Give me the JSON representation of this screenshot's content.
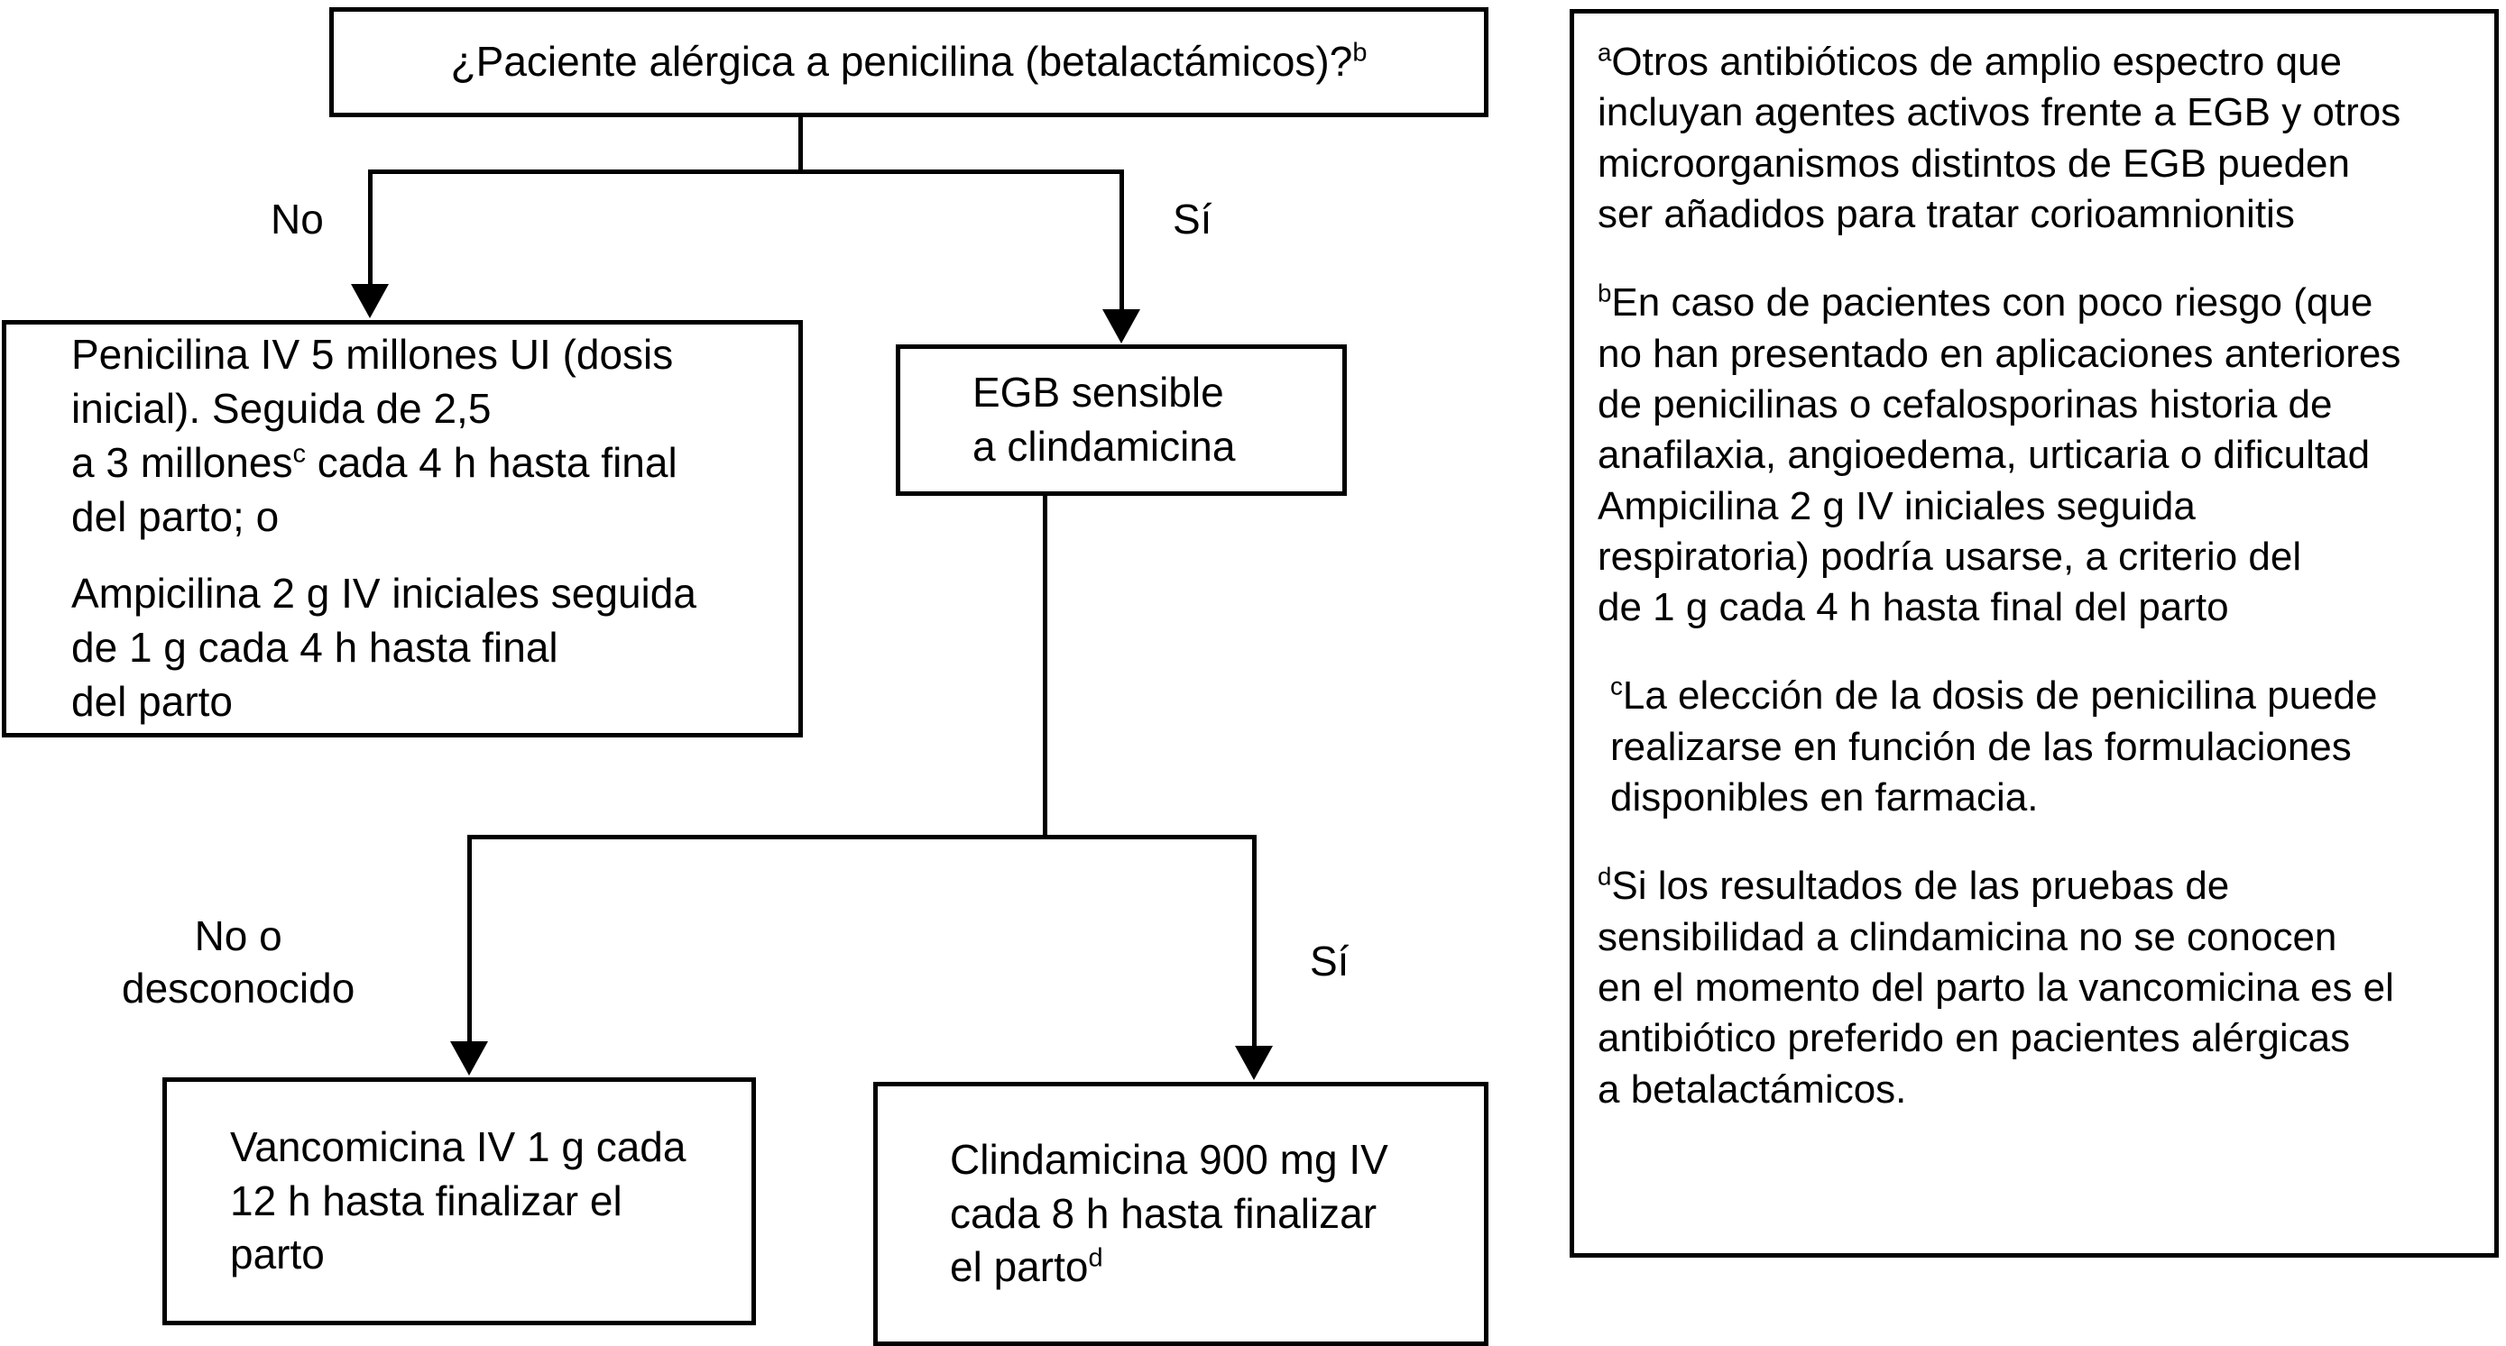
{
  "flowchart": {
    "question": "¿Paciente alérgica a penicilina (betalactámicos)?",
    "question_sup": "b",
    "branch_no": "No",
    "branch_si": "Sí",
    "penicilina_line1": "Penicilina IV 5 millones UI (dosis",
    "penicilina_line2": "inicial). Seguida de 2,5",
    "penicilina_line3a": "a 3 millones",
    "penicilina_sup": "c",
    "penicilina_line3b": " cada 4 h hasta final",
    "penicilina_line4": "del parto; o",
    "ampicilina_line1": "Ampicilina 2 g IV iniciales seguida",
    "ampicilina_line2": "de 1 g cada 4 h hasta final",
    "ampicilina_line3": "del parto",
    "egb": "EGB sensible\na clindamicina",
    "branch_no_desconocido": "No o\ndesconocido",
    "branch_si_2": "Sí",
    "vancomicina": "Vancomicina IV 1 g cada\n12 h hasta finalizar el\nparto",
    "clindamicina_line1": "Clindamicina 900 mg IV",
    "clindamicina_line2": "cada 8 h hasta finalizar",
    "clindamicina_line3": "el parto",
    "clindamicina_sup": "d"
  },
  "notes": {
    "a_sup": "a",
    "a_text": "Otros antibióticos de amplio espectro que\nincluyan agentes activos frente a EGB y otros\nmicroorganismos distintos de EGB pueden\nser añadidos para tratar corioamnionitis",
    "b_sup": "b",
    "b_text": "En caso de pacientes con poco riesgo (que\nno han presentado en aplicaciones anteriores\nde penicilinas o cefalosporinas historia de\nanafilaxia, angioedema, urticaria o dificultad\nAmpicilina 2 g IV iniciales seguida\nrespiratoria) podría usarse, a criterio del\nde 1 g cada 4 h hasta final del parto",
    "c_sup": "c",
    "c_text": "La elección de la dosis de penicilina puede\nrealizarse en función de las formulaciones\ndisponibles en farmacia.",
    "d_sup": "d",
    "d_text": "Si los resultados de las pruebas de\nsensibilidad a clindamicina no se conocen\nen el momento del parto la vancomicina es el\nantibiótico preferido en pacientes alérgicas\na betalactámicos."
  },
  "colors": {
    "stroke": "#000000",
    "background": "#ffffff"
  }
}
